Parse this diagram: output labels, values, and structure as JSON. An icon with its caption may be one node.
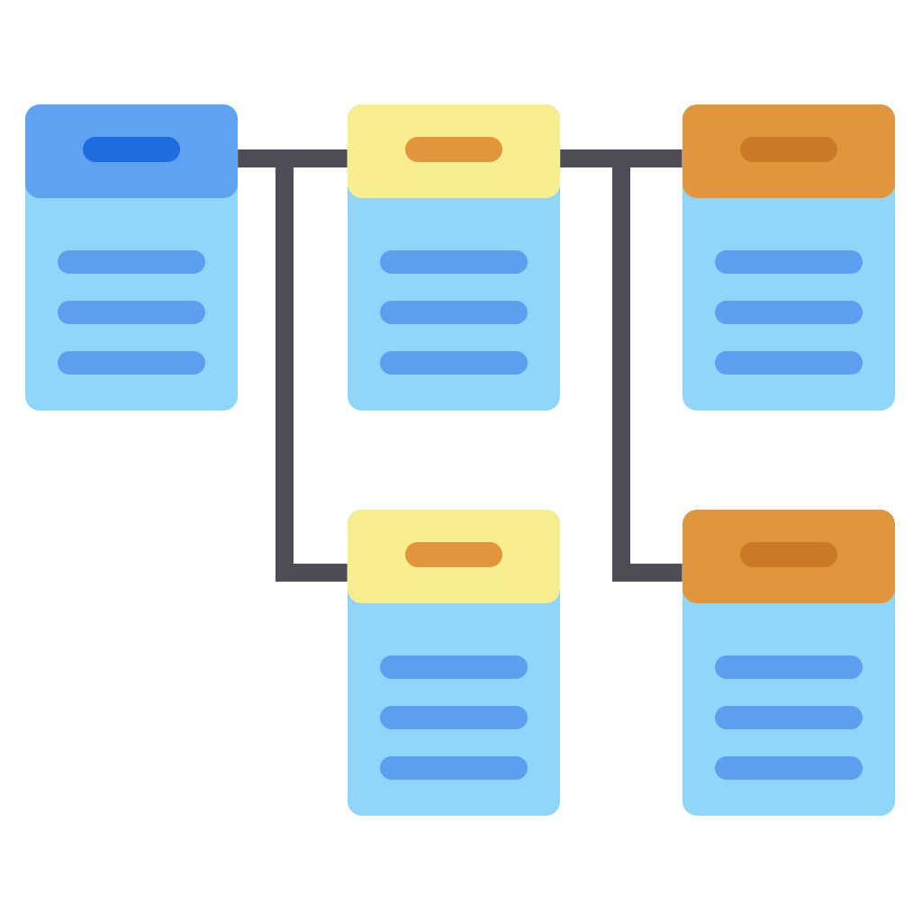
{
  "diagram": {
    "nodes": [
      {
        "text": [],
        "shape": "box"
      },
      {
        "text": [],
        "shape": "box"
      },
      {
        "text": [],
        "shape": "box"
      },
      {
        "text": [],
        "shape": "box"
      },
      {
        "text": [],
        "shape": "box"
      }
    ],
    "edges": [
      {
        "from": 0,
        "to": 1,
        "arrow": "none"
      },
      {
        "from": 0,
        "to": 3,
        "arrow": "none"
      },
      {
        "from": 1,
        "to": 2,
        "arrow": "none"
      },
      {
        "from": 1,
        "to": 4,
        "arrow": "none"
      }
    ]
  }
}
